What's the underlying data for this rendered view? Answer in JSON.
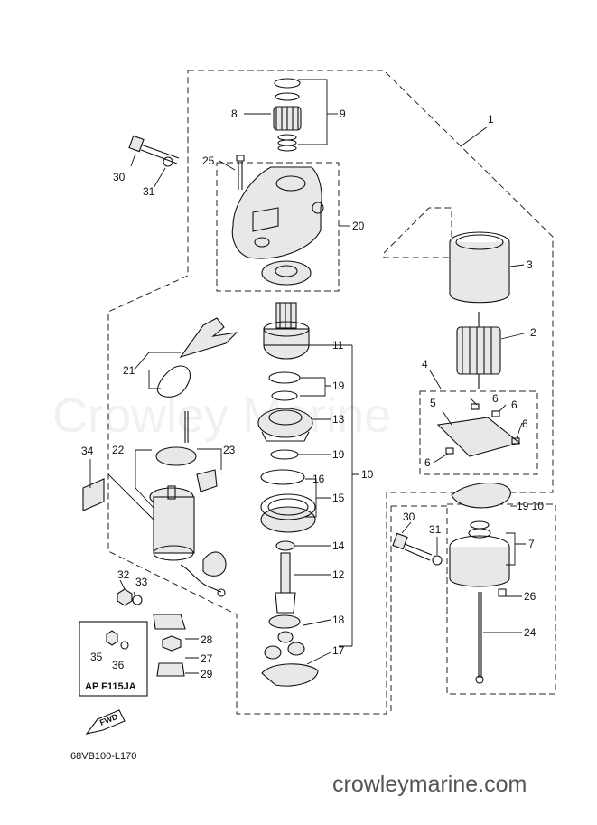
{
  "watermark_center": "Crowley Marine",
  "footer_url": "crowleymarine.com",
  "drawing_code": "68VB100-L170",
  "fwd_label": "FWD",
  "inset_model": "AP F115JA",
  "callouts": [
    {
      "id": "c1",
      "text": "1"
    },
    {
      "id": "c2",
      "text": "2"
    },
    {
      "id": "c3",
      "text": "3"
    },
    {
      "id": "c4",
      "text": "4"
    },
    {
      "id": "c5",
      "text": "5"
    },
    {
      "id": "c6a",
      "text": "6"
    },
    {
      "id": "c6b",
      "text": "6"
    },
    {
      "id": "c6c",
      "text": "6"
    },
    {
      "id": "c6d",
      "text": "6"
    },
    {
      "id": "c7",
      "text": "7"
    },
    {
      "id": "c8",
      "text": "8"
    },
    {
      "id": "c9",
      "text": "9"
    },
    {
      "id": "c10a",
      "text": "10"
    },
    {
      "id": "c10b",
      "text": "19 10"
    },
    {
      "id": "c11",
      "text": "11"
    },
    {
      "id": "c12",
      "text": "12"
    },
    {
      "id": "c13",
      "text": "13"
    },
    {
      "id": "c14",
      "text": "14"
    },
    {
      "id": "c15",
      "text": "15"
    },
    {
      "id": "c16",
      "text": "16"
    },
    {
      "id": "c17",
      "text": "17"
    },
    {
      "id": "c18",
      "text": "18"
    },
    {
      "id": "c19a",
      "text": "19"
    },
    {
      "id": "c19b",
      "text": "19"
    },
    {
      "id": "c20",
      "text": "20"
    },
    {
      "id": "c21",
      "text": "21"
    },
    {
      "id": "c22",
      "text": "22"
    },
    {
      "id": "c23",
      "text": "23"
    },
    {
      "id": "c24",
      "text": "24"
    },
    {
      "id": "c25",
      "text": "25"
    },
    {
      "id": "c26",
      "text": "26"
    },
    {
      "id": "c27",
      "text": "27"
    },
    {
      "id": "c28",
      "text": "28"
    },
    {
      "id": "c29",
      "text": "29"
    },
    {
      "id": "c30a",
      "text": "30"
    },
    {
      "id": "c30b",
      "text": "30"
    },
    {
      "id": "c31a",
      "text": "31"
    },
    {
      "id": "c31b",
      "text": "31"
    },
    {
      "id": "c32",
      "text": "32"
    },
    {
      "id": "c33",
      "text": "33"
    },
    {
      "id": "c34",
      "text": "34"
    },
    {
      "id": "c35",
      "text": "35"
    },
    {
      "id": "c36",
      "text": "36"
    }
  ]
}
